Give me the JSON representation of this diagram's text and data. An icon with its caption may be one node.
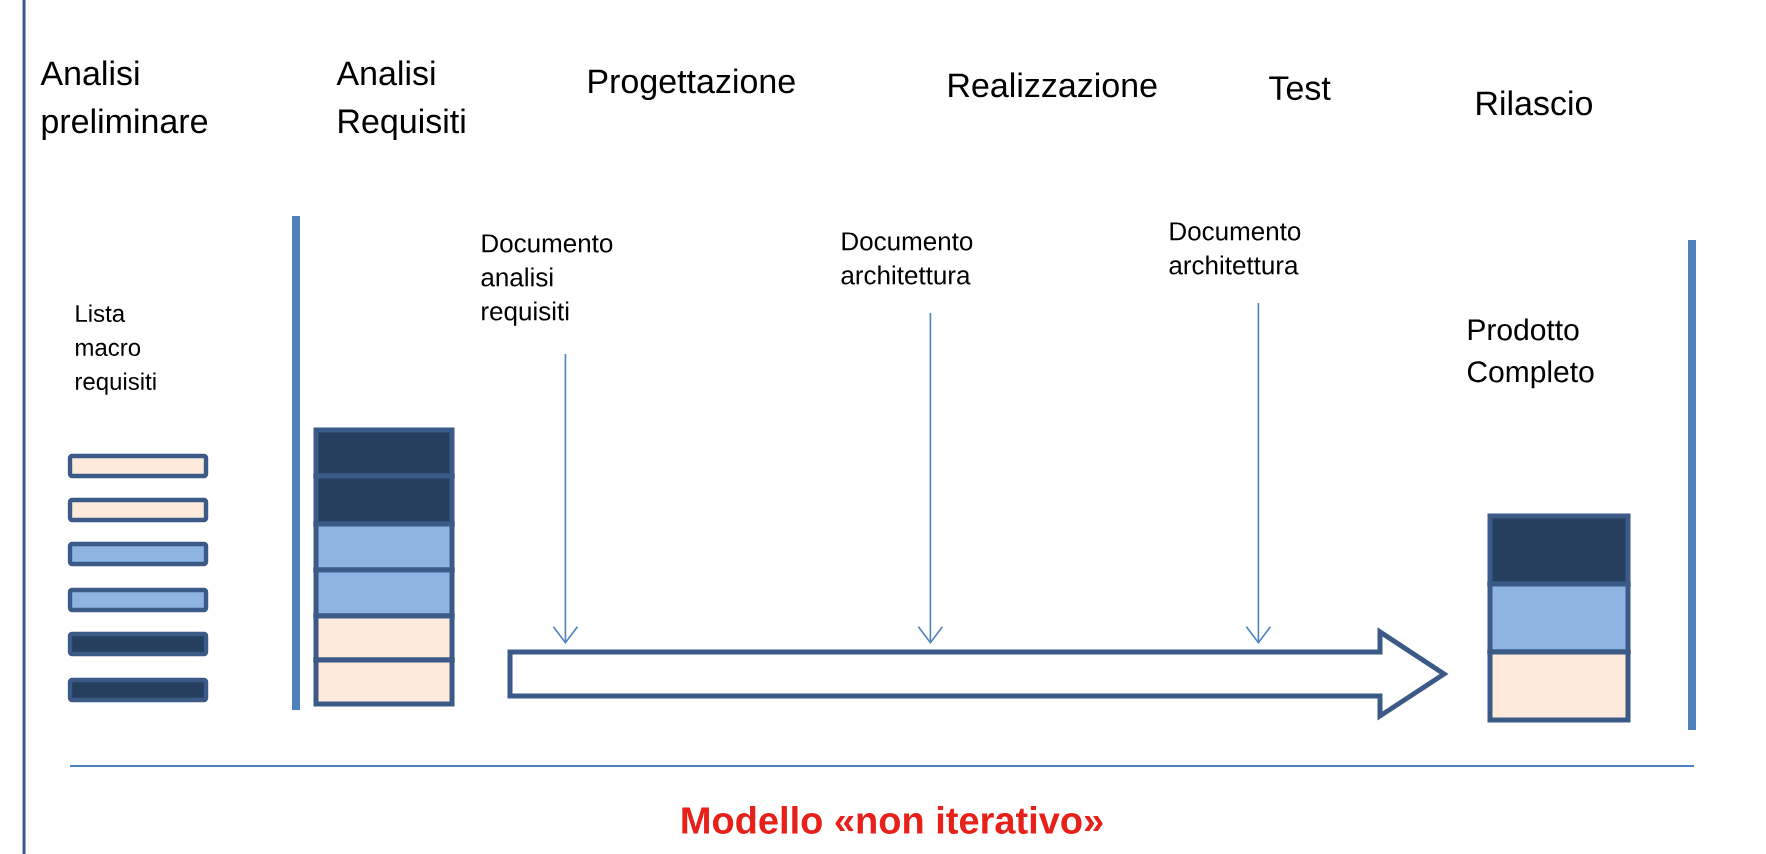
{
  "diagram": {
    "caption": "Modello «non iterativo»",
    "nodes": [
      {
        "text": [
          "Documento analisi requisiti"
        ]
      },
      {
        "text": [
          "Documento architettura"
        ]
      },
      {
        "text": [
          "Documento architettura"
        ]
      },
      {
        "text": [],
        "shape": "arrow"
      }
    ],
    "edges": [
      {
        "from": 0,
        "to": 3,
        "arrow": "to"
      },
      {
        "from": 1,
        "to": 3,
        "arrow": "to"
      },
      {
        "from": 2,
        "to": 3,
        "arrow": "to"
      }
    ],
    "labels": [
      "Analisi preliminare",
      "Analisi Requisiti",
      "Progettazione",
      "Realizzazione",
      "Test",
      "Rilascio",
      "Lista macro requisiti",
      "Prodotto Completo"
    ]
  }
}
